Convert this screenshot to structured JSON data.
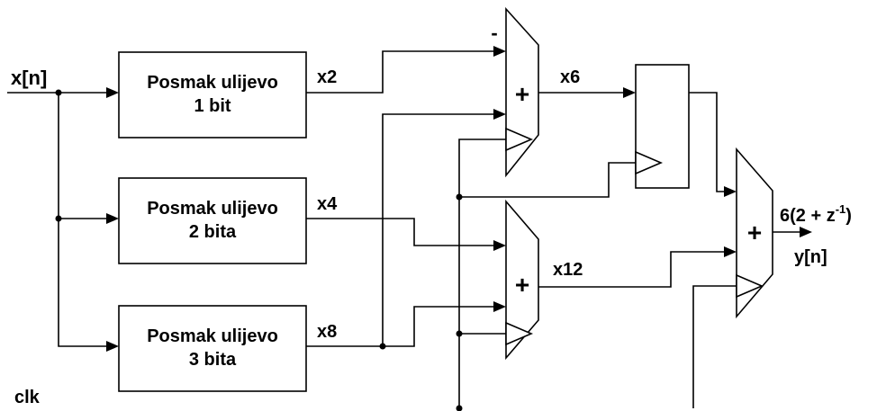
{
  "input_label": "x[n]",
  "clock_label": "clk",
  "shift_blocks": [
    {
      "line1": "Posmak ulijevo",
      "line2": "1 bit"
    },
    {
      "line1": "Posmak ulijevo",
      "line2": "2 bita"
    },
    {
      "line1": "Posmak ulijevo",
      "line2": "3 bita"
    }
  ],
  "signals": {
    "x2": "x2",
    "x4": "x4",
    "x8": "x8",
    "x6": "x6",
    "x12": "x12"
  },
  "adders": {
    "top": {
      "minus": "-",
      "plus": "+"
    },
    "middle": {
      "plus": "+"
    },
    "final": {
      "plus": "+"
    }
  },
  "output": {
    "expr_main": "6(2 + z",
    "expr_sup": "-1",
    "expr_close": ")",
    "label": "y[n]"
  }
}
